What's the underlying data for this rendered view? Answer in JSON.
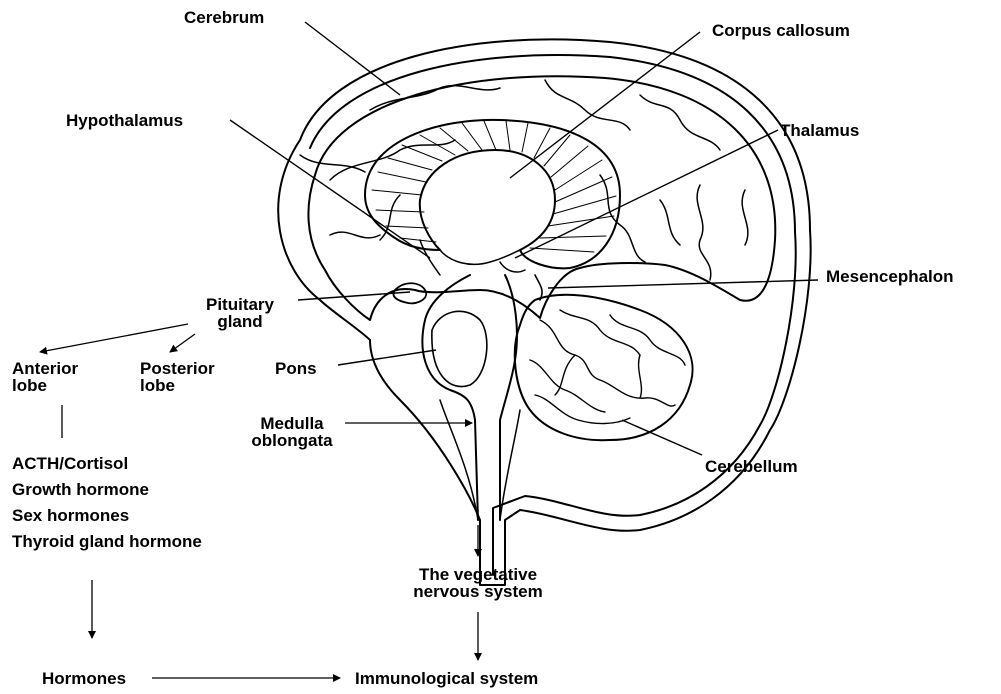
{
  "labels": {
    "cerebrum": "Cerebrum",
    "corpus_callosum": "Corpus callosum",
    "hypothalamus": "Hypothalamus",
    "thalamus": "Thalamus",
    "mesencephalon": "Mesencephalon",
    "pituitary_gland_1": "Pituitary",
    "pituitary_gland_2": "gland",
    "anterior_lobe_1": "Anterior",
    "anterior_lobe_2": "lobe",
    "posterior_lobe_1": "Posterior",
    "posterior_lobe_2": "lobe",
    "pons": "Pons",
    "medulla_1": "Medulla",
    "medulla_2": "oblongata",
    "cerebellum": "Cerebellum",
    "vegetative_1": "The vegetative",
    "vegetative_2": "nervous system",
    "hormones": "Hormones",
    "immunological_system": "Immunological system"
  },
  "anterior_lobe_hormones": [
    "ACTH/Cortisol",
    "Growth hormone",
    "Sex hormones",
    "Thyroid gland hormone"
  ]
}
